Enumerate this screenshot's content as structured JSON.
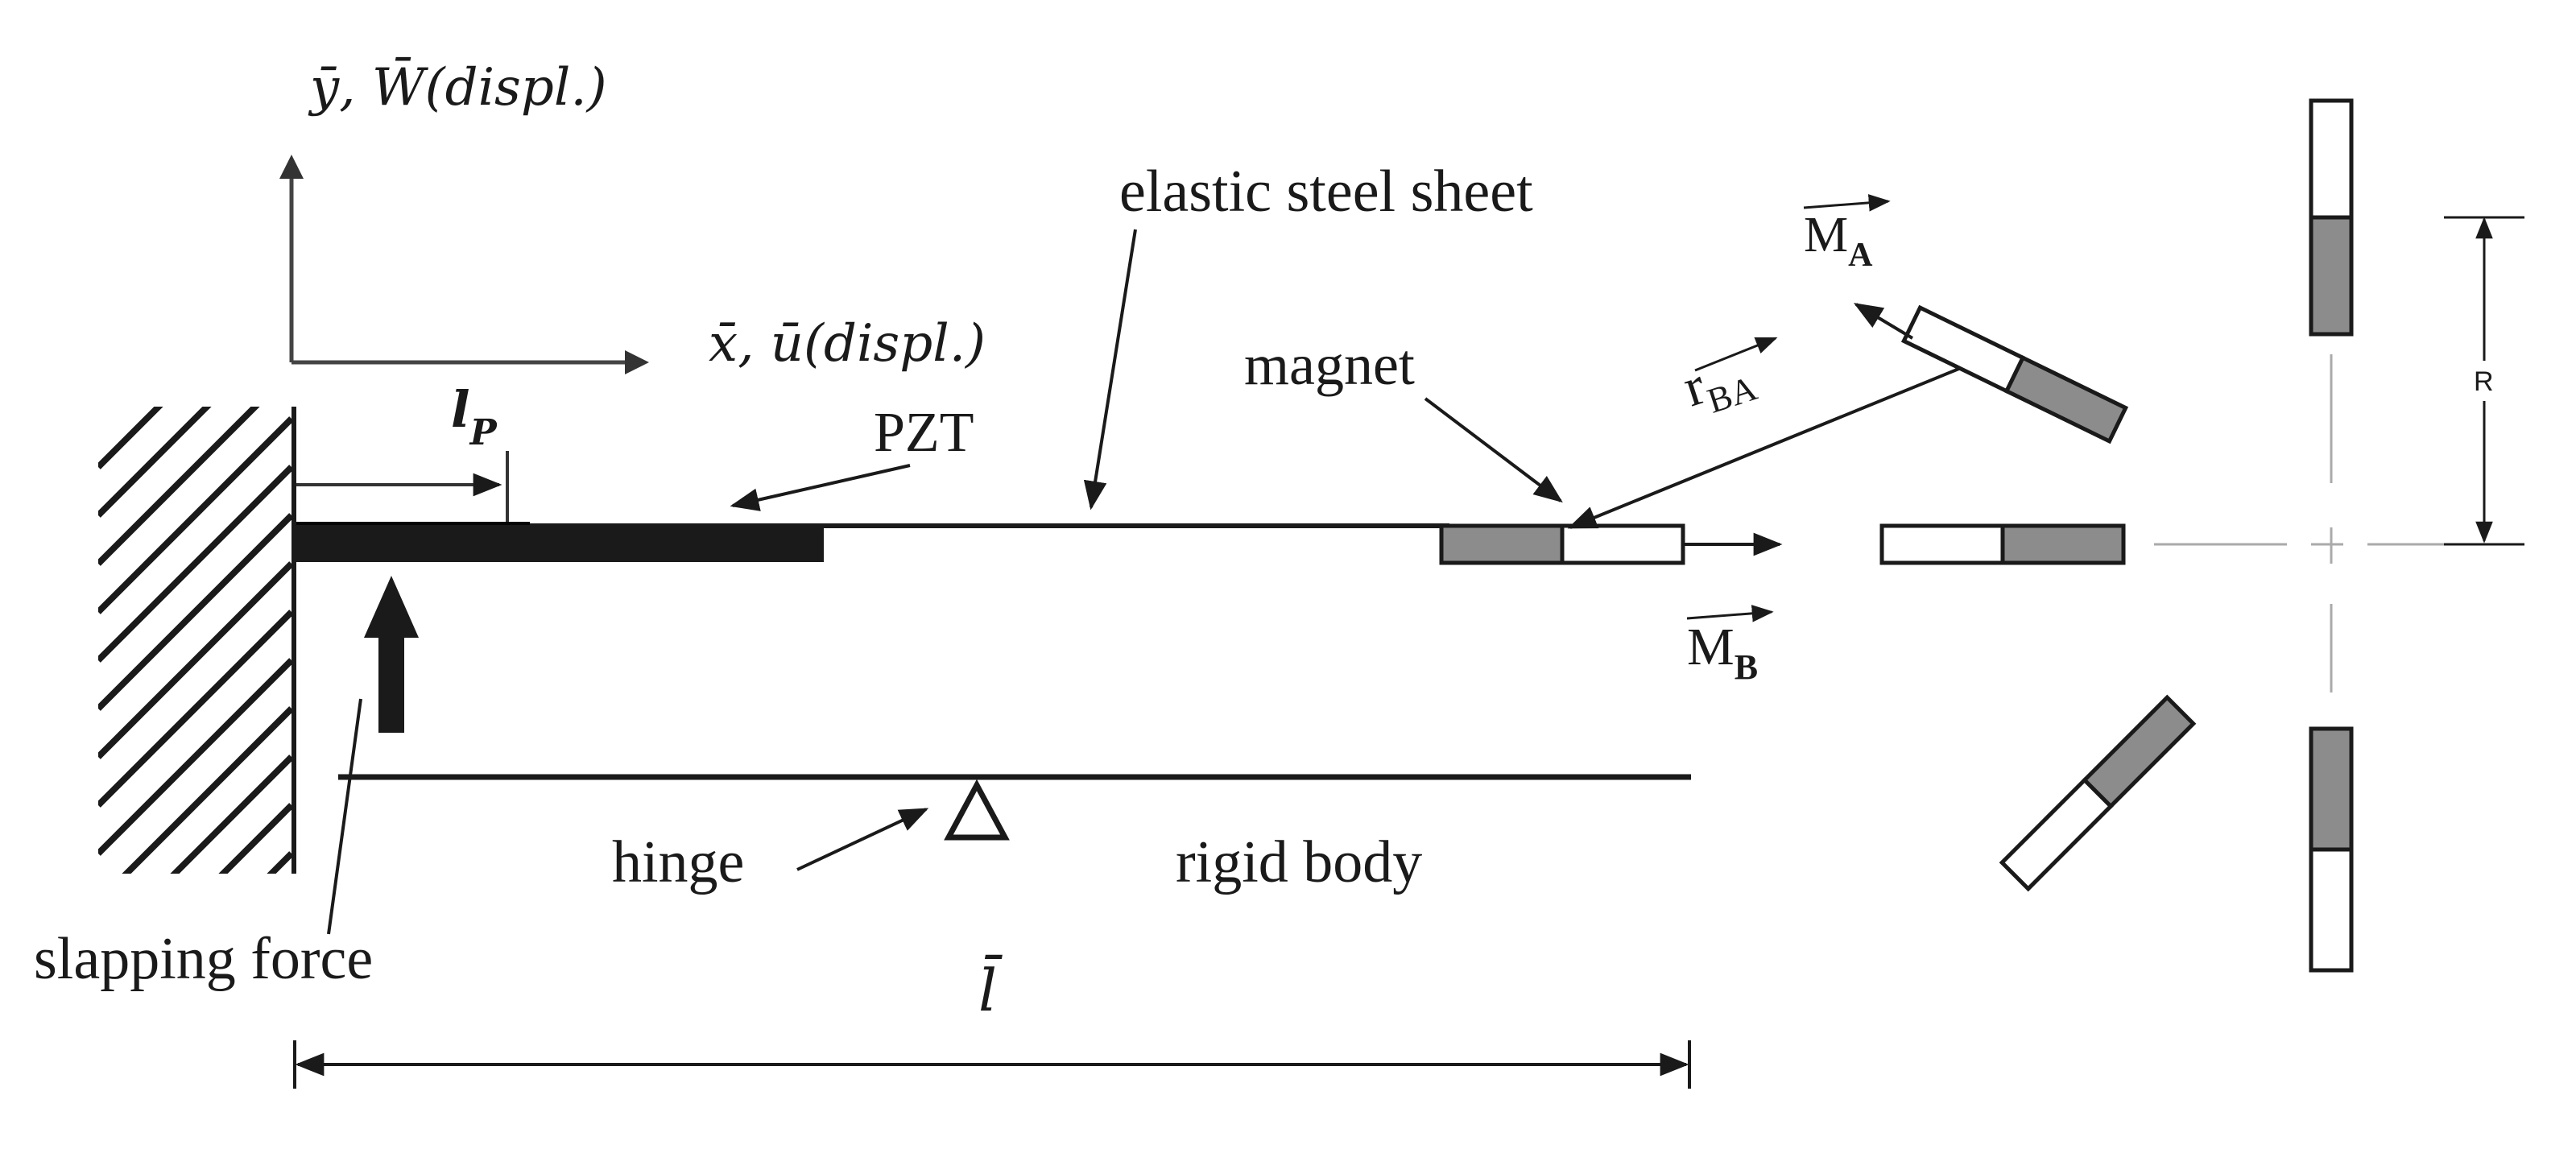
{
  "labels": {
    "y_axis": "ȳ, W̄(displ.)",
    "x_axis": "x̄, ū(displ.)",
    "pzt": "PZT",
    "elastic_steel_sheet": "elastic steel sheet",
    "magnet": "magnet",
    "l_p_main": "l",
    "l_p_sub": "P",
    "r_ba_main": "r",
    "r_ba_sub": "BA",
    "m_a_main": "M",
    "m_a_sub": "A",
    "m_b_main": "M",
    "m_b_sub": "B",
    "radius": "R",
    "hinge": "hinge",
    "rigid_body": "rigid body",
    "slapping_force": "slapping force",
    "length": "l̄"
  },
  "colors": {
    "line": "#1a1a1a",
    "magnet_fill": "#8c8c8c",
    "pzt": "#111111",
    "center_line": "#aaaaaa"
  }
}
